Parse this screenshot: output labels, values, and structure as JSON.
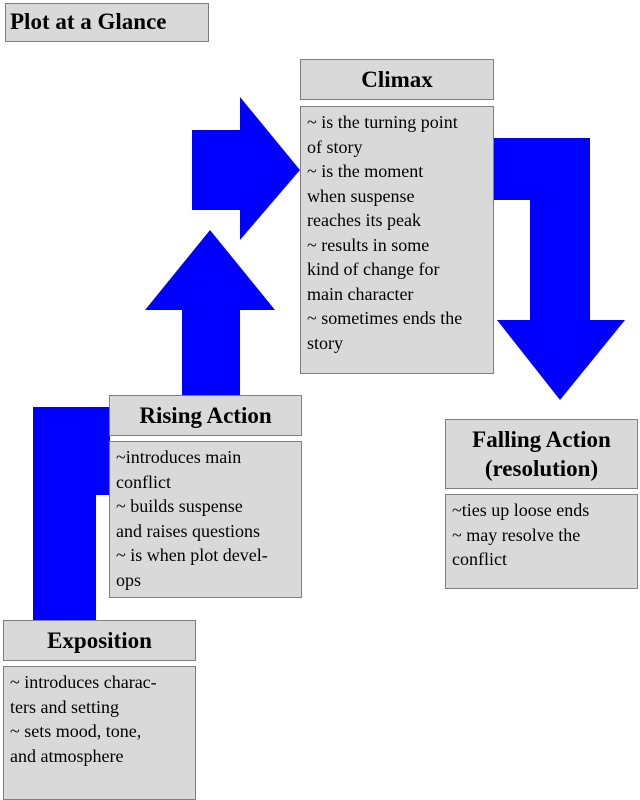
{
  "title": "Plot at a Glance",
  "colors": {
    "arrow": "#0000ff",
    "box_fill": "#d9d9d9",
    "box_border": "#7f7f7f"
  },
  "climax": {
    "heading": "Climax",
    "text": "~ is the turning point\nof story\n~ is the moment\nwhen suspense\nreaches its peak\n~ results in some\nkind of change for\nmain character\n~ sometimes ends the\nstory"
  },
  "rising_action": {
    "heading": "Rising Action",
    "text": "~introduces main\nconflict\n~ builds suspense\nand raises questions\n~ is when plot devel-\nops"
  },
  "falling_action": {
    "heading": "Falling Action (resolution)",
    "text": "~ties up loose ends\n~ may resolve the\nconflict"
  },
  "exposition": {
    "heading": "Exposition",
    "text": "~ introduces charac-\nters and setting\n~ sets mood, tone,\nand atmosphere"
  }
}
